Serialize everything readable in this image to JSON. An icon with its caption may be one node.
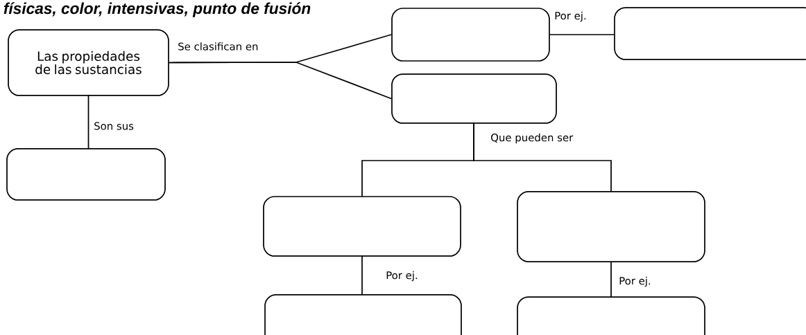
{
  "diagram": {
    "nodes": [
      {
        "text": [
          "Las propiedades de las sustancias"
        ]
      },
      {
        "text": [],
        "shape": "box"
      },
      {
        "text": [],
        "shape": "box"
      },
      {
        "text": [],
        "shape": "box"
      },
      {
        "text": [],
        "shape": "box"
      },
      {
        "text": [],
        "shape": "box"
      },
      {
        "text": [],
        "shape": "box"
      },
      {
        "text": [],
        "shape": "box"
      },
      {
        "text": [],
        "shape": "box"
      }
    ],
    "edges": [
      {
        "from": 0,
        "to": 1,
        "arrow": "none",
        "label": "Se clasifican en"
      },
      {
        "from": 0,
        "to": 3,
        "arrow": "none"
      },
      {
        "from": 0,
        "to": 4,
        "arrow": "none",
        "label": "Son sus"
      },
      {
        "from": 1,
        "to": 2,
        "arrow": "none",
        "label": "Por ej."
      },
      {
        "from": 3,
        "to": 5,
        "arrow": "none",
        "label": "Que pueden ser"
      },
      {
        "from": 3,
        "to": 6,
        "arrow": "none"
      },
      {
        "from": 5,
        "to": 7,
        "arrow": "none",
        "label": "Por ej."
      },
      {
        "from": 6,
        "to": 8,
        "arrow": "none",
        "label": "Por ej."
      }
    ],
    "labels": [
      "físicas, color, intensivas, punto de fusión"
    ]
  }
}
